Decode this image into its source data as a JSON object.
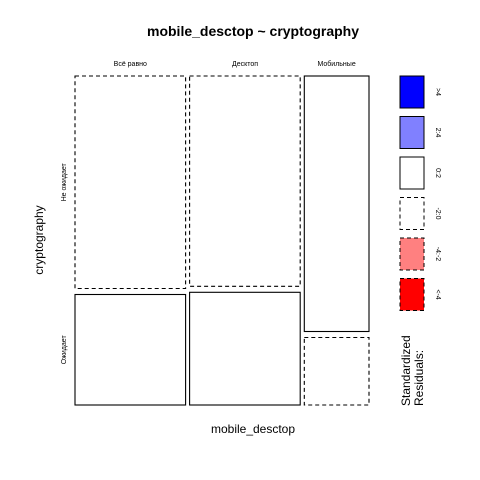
{
  "chart_data": {
    "type": "mosaic",
    "title": "mobile_desctop ~ cryptography",
    "xlabel": "mobile_desctop",
    "ylabel": "cryptography",
    "x_categories": [
      "Всё равно",
      "Десктоп",
      "Мобильные"
    ],
    "y_categories": [
      "Не ожидает",
      "Ожидает"
    ],
    "x_proportions": [
      0.335,
      0.335,
      0.196
    ],
    "y_proportions_within_x": [
      [
        0.658,
        0.342
      ],
      [
        0.651,
        0.349
      ],
      [
        0.791,
        0.209
      ]
    ],
    "residual_classes": [
      [
        "neg_0_2",
        "pos_0_2"
      ],
      [
        "neg_0_2",
        "pos_0_2"
      ],
      [
        "pos_0_2",
        "neg_0_2"
      ]
    ],
    "legend": {
      "title_line1": "Standardized",
      "title_line2": "Residuals:",
      "items": [
        {
          "key": "pos_4",
          "label": ">4",
          "fill": "#0000ff",
          "dashed": false
        },
        {
          "key": "pos_2_4",
          "label": "2:4",
          "fill": "#8080ff",
          "dashed": false
        },
        {
          "key": "pos_0_2",
          "label": "0:2",
          "fill": "#ffffff",
          "dashed": false
        },
        {
          "key": "neg_0_2",
          "label": "-2:0",
          "fill": "#ffffff",
          "dashed": true
        },
        {
          "key": "neg_2_4",
          "label": "-4:-2",
          "fill": "#ff8080",
          "dashed": true
        },
        {
          "key": "neg_4",
          "label": "<-4",
          "fill": "#ff0000",
          "dashed": true
        }
      ]
    }
  }
}
